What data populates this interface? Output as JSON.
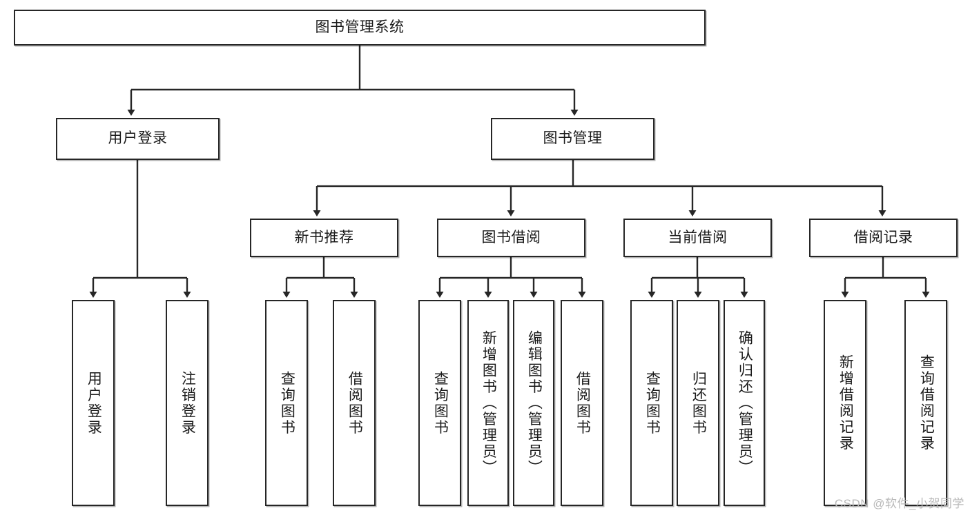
{
  "diagram": {
    "type": "tree",
    "title": "图书管理系统",
    "watermark": "CSDN @软件_小贺同学",
    "colors": {
      "box_border": "#262626",
      "box_fill": "#ffffff",
      "line": "#262626",
      "text": "#1a1a1a",
      "watermark": "#b9b9b9",
      "background": "#ffffff"
    },
    "levels": {
      "level1": [
        "图书管理系统"
      ],
      "level2": [
        "用户登录",
        "图书管理"
      ],
      "level3": [
        "新书推荐",
        "图书借阅",
        "当前借阅",
        "借阅记录"
      ],
      "level4": [
        "用户登录",
        "注销登录",
        "查询图书",
        "借阅图书",
        "查询图书",
        "新增图书（管理员）",
        "编辑图书（管理员）",
        "借阅图书",
        "查询图书",
        "归还图书",
        "确认归还（管理员）",
        "新增借阅记录",
        "查询借阅记录"
      ]
    },
    "nodes": {
      "root": {
        "label": "图书管理系统"
      },
      "user_login": {
        "label": "用户登录"
      },
      "book_manage": {
        "label": "图书管理"
      },
      "new_book_rec": {
        "label": "新书推荐"
      },
      "book_borrow": {
        "label": "图书借阅"
      },
      "current_borrow": {
        "label": "当前借阅"
      },
      "borrow_record": {
        "label": "借阅记录"
      },
      "leaf_user_login": {
        "label": "用户登录"
      },
      "leaf_logout": {
        "label": "注销登录"
      },
      "leaf_query_book_1": {
        "label": "查询图书"
      },
      "leaf_borrow_book_1": {
        "label": "借阅图书"
      },
      "leaf_query_book_2": {
        "label": "查询图书"
      },
      "leaf_add_book": {
        "label": "新增图书（管理员）"
      },
      "leaf_edit_book": {
        "label": "编辑图书（管理员）"
      },
      "leaf_borrow_book_2": {
        "label": "借阅图书"
      },
      "leaf_query_book_3": {
        "label": "查询图书"
      },
      "leaf_return_book": {
        "label": "归还图书"
      },
      "leaf_confirm_return": {
        "label": "确认归还（管理员）"
      },
      "leaf_add_record": {
        "label": "新增借阅记录"
      },
      "leaf_query_record": {
        "label": "查询借阅记录"
      }
    },
    "edges": [
      {
        "from": "图书管理系统",
        "to": "用户登录"
      },
      {
        "from": "图书管理系统",
        "to": "图书管理"
      },
      {
        "from": "用户登录",
        "to": "用户登录"
      },
      {
        "from": "用户登录",
        "to": "注销登录"
      },
      {
        "from": "图书管理",
        "to": "新书推荐"
      },
      {
        "from": "图书管理",
        "to": "图书借阅"
      },
      {
        "from": "图书管理",
        "to": "当前借阅"
      },
      {
        "from": "图书管理",
        "to": "借阅记录"
      },
      {
        "from": "新书推荐",
        "to": "查询图书"
      },
      {
        "from": "新书推荐",
        "to": "借阅图书"
      },
      {
        "from": "图书借阅",
        "to": "查询图书"
      },
      {
        "from": "图书借阅",
        "to": "新增图书（管理员）"
      },
      {
        "from": "图书借阅",
        "to": "编辑图书（管理员）"
      },
      {
        "from": "图书借阅",
        "to": "借阅图书"
      },
      {
        "from": "当前借阅",
        "to": "查询图书"
      },
      {
        "from": "当前借阅",
        "to": "归还图书"
      },
      {
        "from": "当前借阅",
        "to": "确认归还（管理员）"
      },
      {
        "from": "借阅记录",
        "to": "新增借阅记录"
      },
      {
        "from": "借阅记录",
        "to": "查询借阅记录"
      }
    ]
  }
}
